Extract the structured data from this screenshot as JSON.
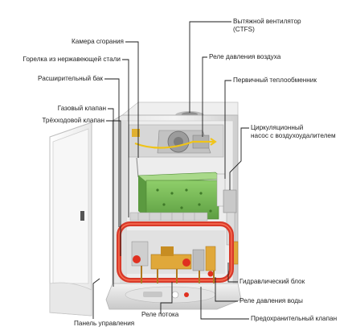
{
  "labels": {
    "fan": "Вытяжной вентилятор",
    "fan_sub": "(CTFS)",
    "combustion_chamber": "Камера сгорания",
    "air_pressure_relay": "Реле давления воздуха",
    "burner": "Горелка из нержавеющей стали",
    "primary_exchanger": "Первичный теплообменник",
    "expansion_tank": "Расширительный бак",
    "gas_valve": "Газовый клапан",
    "pump_line1": "Циркуляционный",
    "pump_line2": "насос с воздухоудалителем",
    "three_way_valve": "Трёхходовой клапан",
    "hydraulic_block": "Гидравлический блок",
    "water_pressure_relay": "Реле давления воды",
    "safety_valve": "Предохранительный клапан",
    "flow_relay": "Реле потока",
    "control_panel": "Панель управления"
  },
  "colors": {
    "leader_line": "#1a1a1a",
    "chamber_red": "#d83a2a",
    "exchanger_green": "#7fbf5a",
    "casing": "#d9d9d9",
    "dot_red": "#e03020"
  }
}
